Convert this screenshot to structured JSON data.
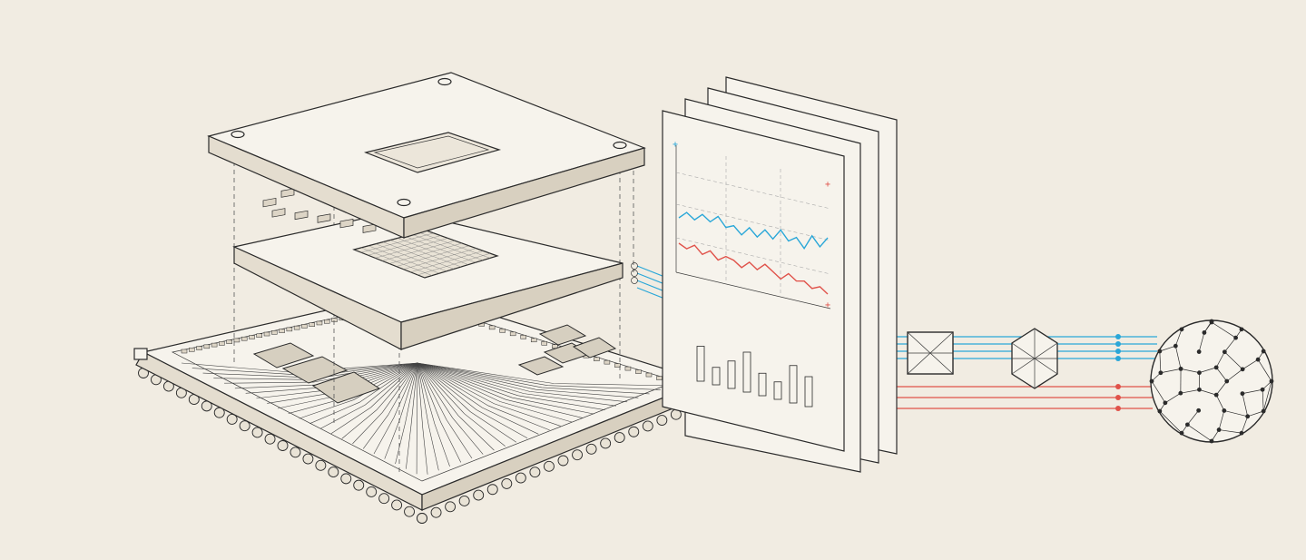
{
  "diagram": {
    "colors": {
      "background": "#f1ece2",
      "ink": "#2b2b2b",
      "blue_signal": "#2aa7d8",
      "red_signal": "#e0524a",
      "paper": "#f6f3ec"
    },
    "layers": [
      "lid",
      "chip-module",
      "circuit-board"
    ],
    "mini_charts": {
      "blue_line": [
        0.55,
        0.35,
        0.5,
        0.3,
        0.45,
        0.25,
        0.5,
        0.4,
        0.6,
        0.35,
        0.55,
        0.3,
        0.5,
        0.2,
        0.45,
        0.3,
        0.55,
        0.15,
        0.4,
        0.1
      ],
      "red_line": [
        0.5,
        0.6,
        0.45,
        0.65,
        0.5,
        0.7,
        0.55,
        0.6,
        0.75,
        0.55,
        0.7,
        0.5,
        0.65,
        0.8,
        0.6,
        0.75,
        0.7,
        0.85,
        0.75,
        0.9
      ],
      "bars": [
        0.7,
        0.35,
        0.55,
        0.8,
        0.45,
        0.35,
        0.75,
        0.6
      ]
    },
    "signal_lines": {
      "blue_count": 4,
      "red_count": 3
    },
    "icons": [
      "cube-icon",
      "octahedron-icon",
      "sphere-network-icon"
    ]
  }
}
